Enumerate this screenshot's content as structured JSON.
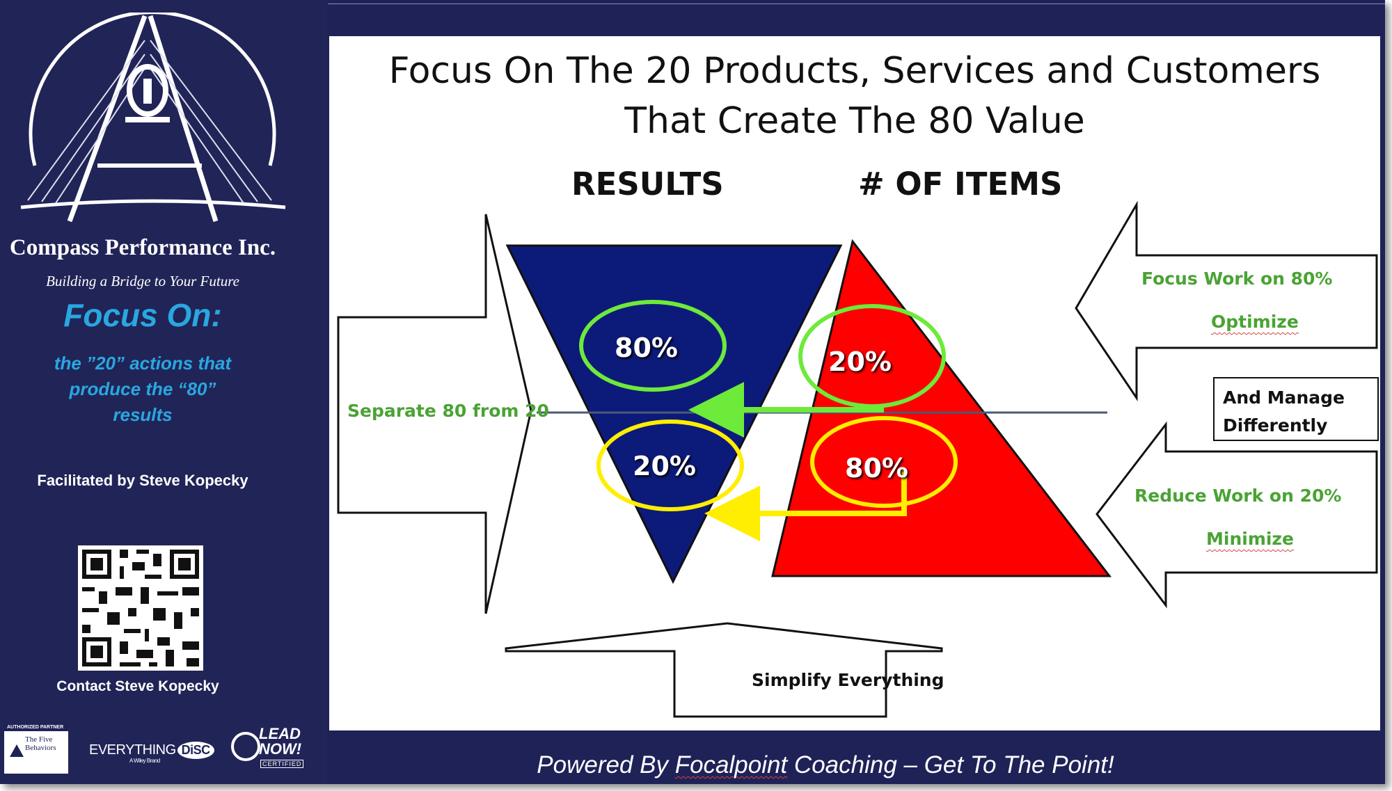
{
  "sidebar": {
    "company": "Compass Performance Inc.",
    "tagline": "Building a Bridge to Your Future",
    "focus_title": "Focus On:",
    "focus_text": "the  ”20” actions that\nproduce the “80”\nresults",
    "facilitated": "Facilitated by Steve Kopecky",
    "contact": "Contact Steve Kopecky",
    "badges": {
      "authorized": "AUTHORIZED PARTNER",
      "five_behaviors": "The Five Behaviors",
      "everything": "EVERYTHING",
      "disc": "DiSC",
      "wiley": "A Wiley Brand",
      "lead": "LEAD",
      "now": "NOW!",
      "certified": "CERTIFIED"
    }
  },
  "slide": {
    "title_line1": "Focus On The 20 Products, Services and Customers",
    "title_line2": "That Create The 80 Value",
    "results_header": "RESULTS",
    "items_header": "# OF ITEMS",
    "left_arrow": "Separate 80 from 20",
    "right_top_line1": "Focus Work on 80%",
    "right_top_line2": "Optimize",
    "manage_box": "And Manage\nDifferently",
    "right_bottom_line1": "Reduce  Work on 20%",
    "right_bottom_line2": "Minimize",
    "bottom_arrow": "Simplify Everything",
    "results_top_pct": "80%",
    "results_bottom_pct": "20%",
    "items_top_pct": "20%",
    "items_bottom_pct": "80%"
  },
  "footer": {
    "prefix": "Powered By ",
    "brand": "Focalpoint",
    "suffix": " Coaching – Get To The Point!"
  },
  "colors": {
    "navy": "#1f2257",
    "accent_blue": "#29a7e0",
    "triangle_blue": "#0c1a7a",
    "triangle_red": "#ff0000",
    "green_circle": "#6dea3a",
    "yellow_circle": "#ffee00",
    "label_green": "#4aa334"
  }
}
